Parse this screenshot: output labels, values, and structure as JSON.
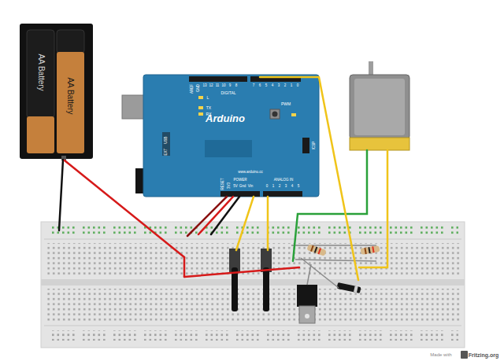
{
  "diagram": {
    "nodes": [
      {
        "text": [
          "AA Battery",
          "AA Battery"
        ]
      },
      {
        "text": [
          "Arduino",
          "www.arduino.cc",
          "DIGITAL",
          "AREF",
          "GND",
          "13",
          "12",
          "11",
          "10",
          "9",
          "8",
          "7",
          "6",
          "5",
          "4",
          "3",
          "2",
          "1",
          "0",
          "L",
          "TX",
          "RX",
          "PWM",
          "USB",
          "EXT",
          "RESET",
          "3V3",
          "POWER",
          "5V",
          "Gnd",
          "Vin",
          "ANALOG IN",
          "0",
          "1",
          "2",
          "3",
          "4",
          "5",
          "ICSP"
        ]
      }
    ],
    "labels": [
      "Made with",
      "Fritzing.org"
    ]
  }
}
